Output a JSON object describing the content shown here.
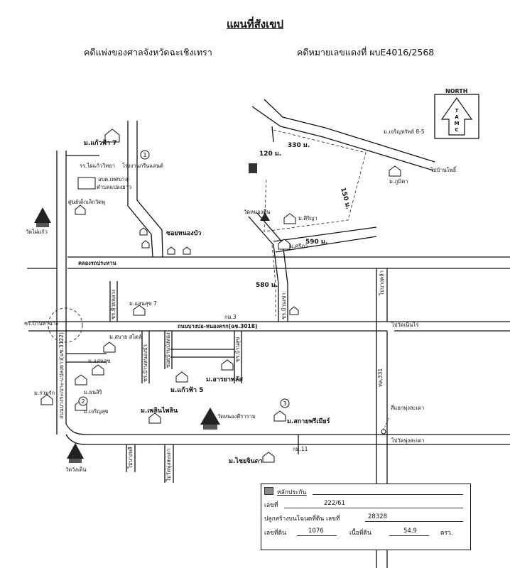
{
  "header": {
    "title": "แผนที่สังเขป",
    "court": "คดีแพ่งของศาลจังหวัดฉะเชิงเทรา",
    "case_no": "คดีหมายเลขแดงที่ ผบE4016/2568"
  },
  "compass": {
    "label": "NORTH",
    "letters": [
      "T",
      "A",
      "M",
      "C"
    ]
  },
  "roads": {
    "main_road": "ถนนบางบ่อ-หนองครก(ฉช.3018)",
    "khlong": "คลองรถประหาน",
    "soi_nong_bua": "ซอยหนองบัว",
    "road_331": "ทล.331",
    "to_ban_pho": "ไปบ้านโพธิ์",
    "to_wat_pho_thong": "ไปวัดพุ่งสะเดา",
    "to_wat_nen_sai": "ไปวัดเนินไร่",
    "to_bang_khla": "ไปบางคล้า",
    "to_bang_phli": "ไปบางพลี",
    "to_wat_pho": "ไปวัดพุ่งสะเดา",
    "junction_pho": "สี่แยกพุ่งสะเดา",
    "ban_na_highway": "ถนนบางระเบาะ-แปลงยาว(ฉช.3122)",
    "km3": "กม.3",
    "km11": "กม.11",
    "ban_ma_ra": "ชร.บ้านท่าฉาง",
    "soi_bang": "ชร.ห้วยหลวง",
    "soi_yai": "ชร.บ้านหนองบัว",
    "soi_prong": "ซอยบ้านป่งทอง",
    "soi_v": "ชร.บ้านเขา",
    "soi_ban_suk": "ชร.บ้านสุข"
  },
  "places": {
    "kaewfa7": "ม.แก้วฟ้า 7",
    "school": "รร.ไผ่แก้ววิทยา",
    "thessaban": "อบต.เทศบาล",
    "thessaban2": "ตำบลแปลงยาว",
    "kindergarten": "ศูนย์เด็กเล็กวัดพุ",
    "wat_phai_kaeo": "วัดไผ่แก้ว",
    "factory": "โรงงานกรีนแลนด์",
    "wat_nong_thin": "วัดหนองตีน",
    "chai_thai": "ม.ศิริญา",
    "sri_nakhon": "ม.ศรีภา",
    "charoenrat": "ม.เจริญทรัพย์ 8-5",
    "pufa": "ม.ภูมิตา",
    "sansuk7": "ม.แสนสุข 7",
    "sansuk": "ม.สบาย สไตล์",
    "sansuk2": "ม.แสนสุข",
    "ruamrak": "ม.ร่วมรัก",
    "thanasiri": "ม.ธนสิริ",
    "charoensuk": "ม.เจริญสุข",
    "kaewfa5": "ม.แก้วฟ้า 5",
    "arayapark": "ม.อารยาพลัส",
    "phoemphon": "ม.เพลินไพลิน",
    "wat_nong_khla": "วัดหนองคีราราม",
    "sakthai": "ม.สกายพรีเมียร์",
    "chaiyaphon": "ม.ไชยจินดา",
    "wat_wang_phuen": "วัดวังเต็น"
  },
  "markers": {
    "one": "1",
    "two": "2",
    "three": "3"
  },
  "distances": {
    "d330": "330 ม.",
    "d120": "120 ม.",
    "d590": "590 ม.",
    "d580": "580 ม.",
    "d150": "150 ม."
  },
  "legend": {
    "title": "หลักประกัน",
    "row1_label": "เลขที่",
    "row1_value": "222/61",
    "row2_label": "ปลูกสร้างบนโฉนดที่ดิน เลขที่",
    "row2_value": "28328",
    "row3_label": "เลขที่ดิน",
    "row3_value": "1076",
    "row3_label2": "เนื้อที่ดิน",
    "row3_value2": "54.9",
    "row3_unit": "ตรว.",
    "swatch_color": "#8a8a8a"
  }
}
